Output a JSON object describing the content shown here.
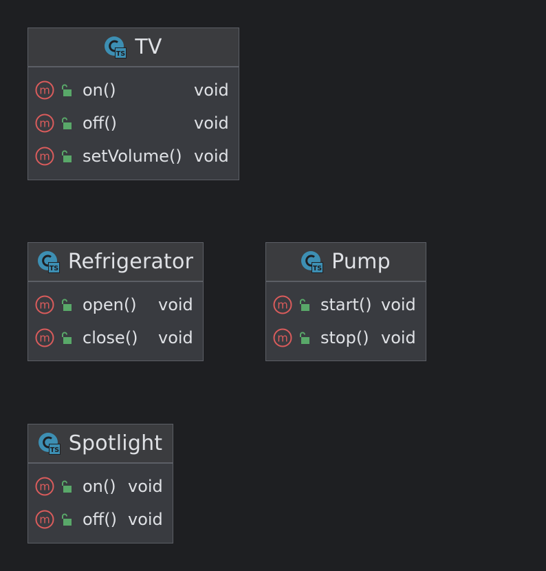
{
  "classes": {
    "tv": {
      "name": "TV",
      "methods": [
        {
          "name": "on()",
          "type": "void"
        },
        {
          "name": "off()",
          "type": "void"
        },
        {
          "name": "setVolume()",
          "type": "void"
        }
      ]
    },
    "refrigerator": {
      "name": "Refrigerator",
      "methods": [
        {
          "name": "open()",
          "type": "void"
        },
        {
          "name": "close()",
          "type": "void"
        }
      ]
    },
    "pump": {
      "name": "Pump",
      "methods": [
        {
          "name": "start()",
          "type": "void"
        },
        {
          "name": "stop()",
          "type": "void"
        }
      ]
    },
    "spotlight": {
      "name": "Spotlight",
      "methods": [
        {
          "name": "on()",
          "type": "void"
        },
        {
          "name": "off()",
          "type": "void"
        }
      ]
    }
  },
  "icons": {
    "class": "typescript-class-icon",
    "method": "method-icon",
    "visibility": "public-lock-icon"
  },
  "colors": {
    "background": "#1e1f22",
    "box_fill": "#393b40",
    "box_border": "#5c5f66",
    "text": "#dfe1e5",
    "method_icon": "#db5c5c",
    "class_icon": "#3d8fb3",
    "lock_icon": "#59a869"
  }
}
